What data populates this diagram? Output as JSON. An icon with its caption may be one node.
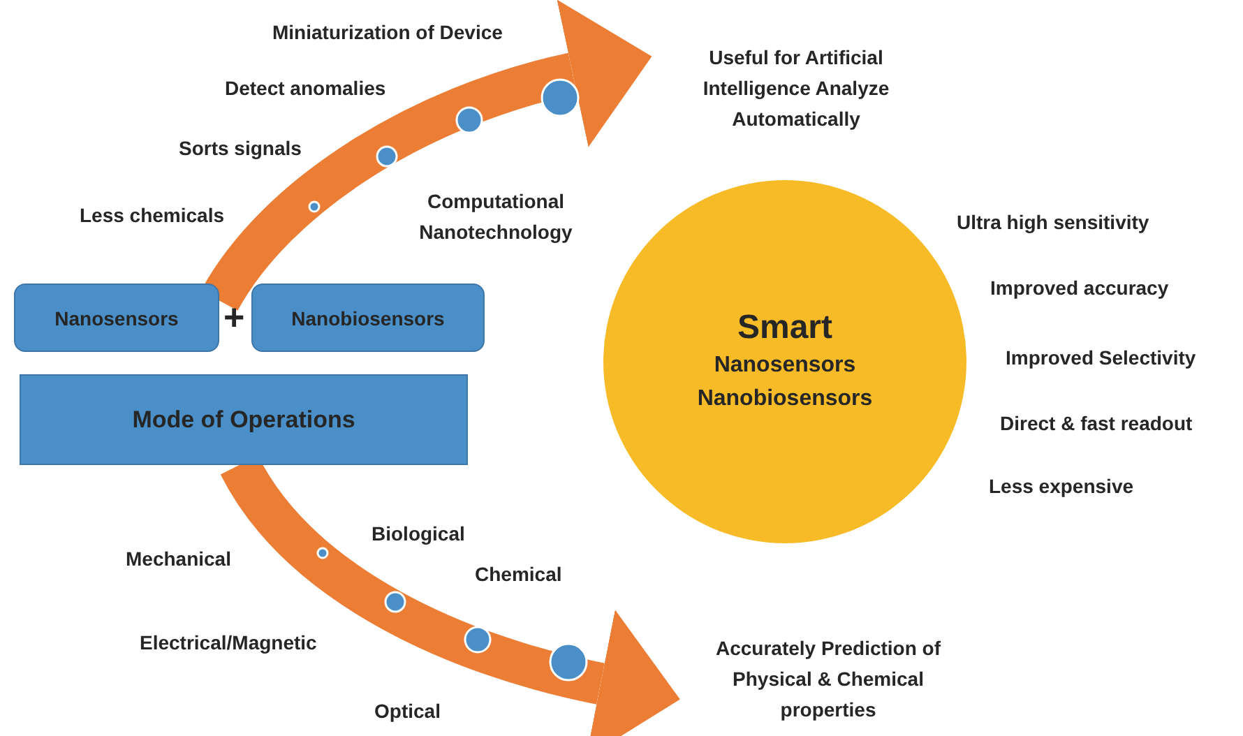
{
  "diagram": {
    "nodes": [
      {
        "text": [
          "Nanosensors"
        ]
      },
      {
        "text": [
          "Nanobiosensors"
        ]
      },
      {
        "text": [
          "Mode of Operations"
        ]
      },
      {
        "text": [
          "Smart",
          "Nanosensors Nanobiosensors"
        ]
      },
      {
        "text": [
          "Useful for Artificial Intelligence Analyze Automatically"
        ]
      },
      {
        "text": [
          "Accurately Prediction of Physical & Chemical properties"
        ]
      }
    ],
    "edges": [
      {
        "from": 0,
        "to": 4,
        "arrow": "to"
      },
      {
        "from": 2,
        "to": 5,
        "arrow": "to"
      }
    ],
    "labels": [
      "Miniaturization of Device",
      "Detect anomalies",
      "Sorts signals",
      "Less chemicals",
      "Computational Nanotechnology",
      "Ultra high sensitivity",
      "Improved accuracy",
      "+",
      "Improved Selectivity",
      "Direct & fast readout",
      "Less expensive",
      "Biological",
      "Mechanical",
      "Chemical",
      "Electrical/Magnetic",
      "Optical"
    ]
  }
}
